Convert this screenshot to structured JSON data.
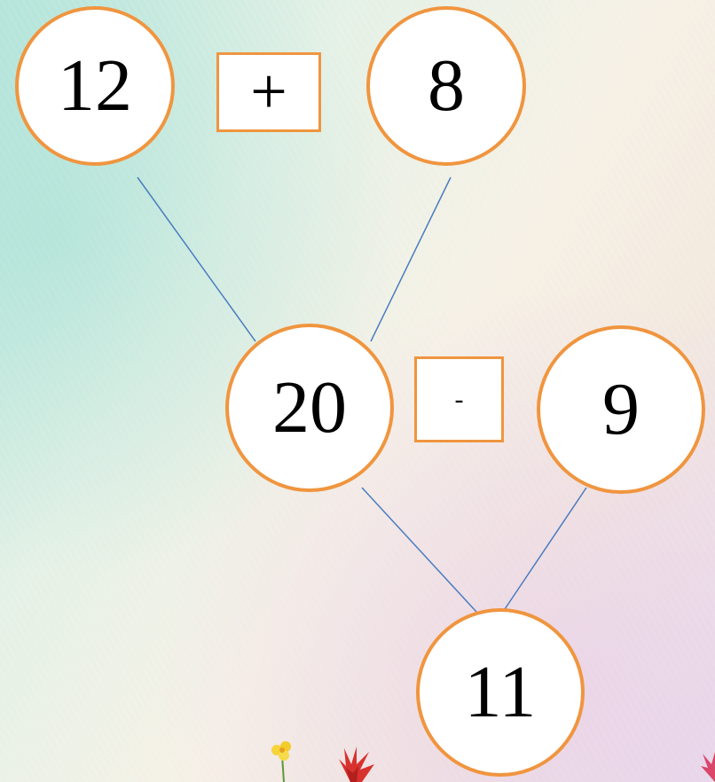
{
  "colors": {
    "node_border": "#f0953f",
    "line": "#4a7cc0",
    "node_fill": "#ffffff"
  },
  "diagram": {
    "nodes": {
      "n12": "12",
      "n8": "8",
      "n20": "20",
      "n9": "9",
      "n11": "11"
    },
    "operators": {
      "plus": "+",
      "minus": "-"
    }
  }
}
